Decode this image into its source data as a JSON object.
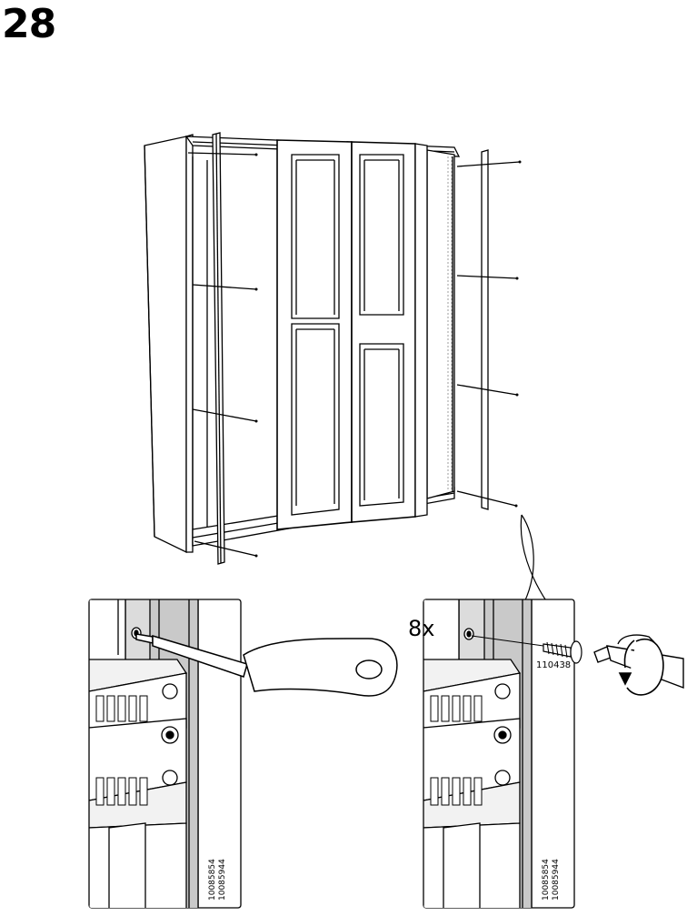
{
  "step": {
    "number": "28"
  },
  "callout_right": {
    "quantity": "8x",
    "screw_code": "110438"
  },
  "article_numbers": {
    "left": [
      "10085854",
      "10085944"
    ],
    "right": [
      "10085854",
      "10085944"
    ]
  },
  "icons": [
    "wardrobe-illustration",
    "screwdriver-icon",
    "screw-icon",
    "power-drill-bit-icon",
    "rotate-arrow-icon"
  ]
}
